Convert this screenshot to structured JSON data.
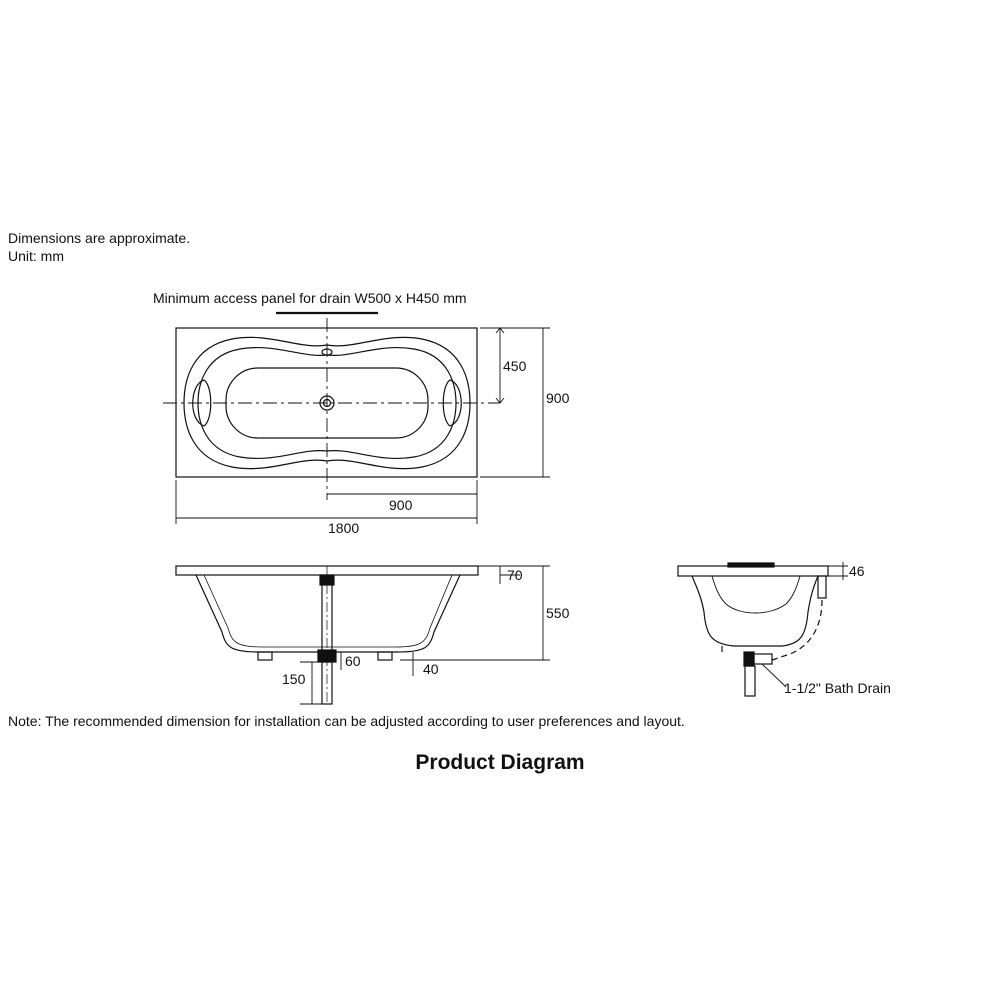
{
  "notes": {
    "approx": "Dimensions are approximate.",
    "unit": "Unit: mm",
    "install_note": "Note: The recommended dimension for installation can be adjusted according to user preferences and layout."
  },
  "title": "Product Diagram",
  "plan_view": {
    "access_panel_label": "Minimum access panel for drain W500 x H450 mm",
    "dims": {
      "length": "1800",
      "half_length": "900",
      "width": "900",
      "half_width": "450"
    }
  },
  "side_view": {
    "dims": {
      "rim": "70",
      "height": "550",
      "drain_offset": "60",
      "drain_depth": "150",
      "foot": "40"
    }
  },
  "end_view": {
    "dims": {
      "rim": "46"
    },
    "drain_label": "1-1/2\" Bath Drain"
  },
  "colors": {
    "line": "#111111",
    "background": "#ffffff"
  }
}
